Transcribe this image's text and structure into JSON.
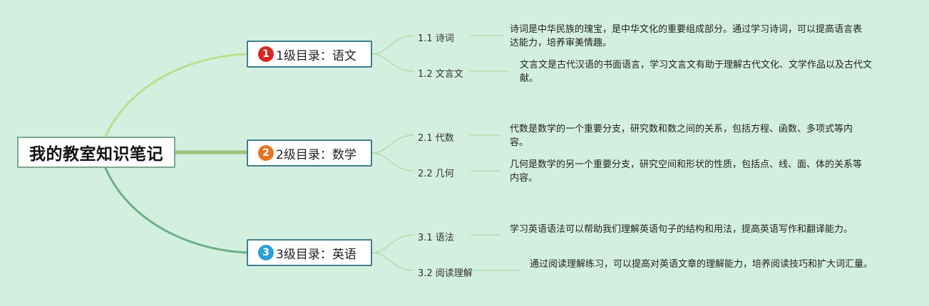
{
  "colors": {
    "background": "#d3efe0",
    "branch_top": "#b8e090",
    "branch_mid": "#9cc27a",
    "branch_bottom": "#6fae86",
    "sub_branch": "#a7dc9c",
    "badge1": "#d9261c",
    "badge2": "#e8751e",
    "badge3": "#2a9fd8"
  },
  "mindmap": {
    "root": "我的教室知识笔记",
    "branches": [
      {
        "badge": "1",
        "label": "1级目录：语文",
        "children": [
          {
            "label": "1.1 诗词",
            "note": "诗词是中华民族的瑰宝，是中华文化的重要组成部分。通过学习诗词，可以提高语言表达能力，培养审美情趣。"
          },
          {
            "label": "1.2 文言文",
            "note": "文言文是古代汉语的书面语言，学习文言文有助于理解古代文化、文学作品以及古代文献。"
          }
        ]
      },
      {
        "badge": "2",
        "label": "2级目录：数学",
        "children": [
          {
            "label": "2.1 代数",
            "note": "代数是数学的一个重要分支，研究数和数之间的关系，包括方程、函数、多项式等内容。"
          },
          {
            "label": "2.2 几何",
            "note": "几何是数学的另一个重要分支，研究空间和形状的性质，包括点、线、面、体的关系等内容。"
          }
        ]
      },
      {
        "badge": "3",
        "label": "3级目录：英语",
        "children": [
          {
            "label": "3.1 语法",
            "note": "学习英语语法可以帮助我们理解英语句子的结构和用法，提高英语写作和翻译能力。"
          },
          {
            "label": "3.2 阅读理解",
            "note": "通过阅读理解练习，可以提高对英语文章的理解能力，培养阅读技巧和扩大词汇量。"
          }
        ]
      }
    ]
  }
}
